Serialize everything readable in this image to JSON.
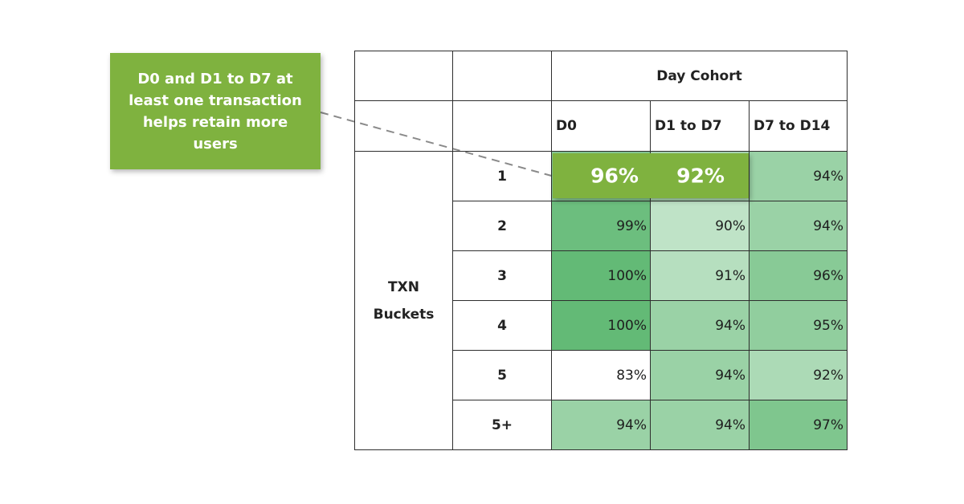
{
  "callout": {
    "text_lines": [
      "D0 and D1 to D7 at",
      "least one transaction",
      "helps retain more",
      "users"
    ]
  },
  "colors": {
    "callout_green": "#7fb23f",
    "cell_scale": [
      "#ffffff",
      "#63ba76"
    ]
  },
  "chart_data": {
    "type": "table",
    "super_header": "Day Cohort",
    "column_headers": [
      "D0",
      "D1 to D7",
      "D7 to D14"
    ],
    "row_group_label": [
      "TXN",
      "Buckets"
    ],
    "row_labels": [
      "1",
      "2",
      "3",
      "4",
      "5",
      "5+"
    ],
    "values": [
      [
        "96%",
        "92%",
        "94%"
      ],
      [
        "99%",
        "90%",
        "94%"
      ],
      [
        "100%",
        "91%",
        "96%"
      ],
      [
        "100%",
        "94%",
        "95%"
      ],
      [
        "83%",
        "94%",
        "92%"
      ],
      [
        "94%",
        "94%",
        "97%"
      ]
    ],
    "numeric_values": [
      [
        96,
        92,
        94
      ],
      [
        99,
        90,
        94
      ],
      [
        100,
        91,
        96
      ],
      [
        100,
        94,
        95
      ],
      [
        83,
        94,
        92
      ],
      [
        94,
        94,
        97
      ]
    ],
    "highlighted_row": 0,
    "highlighted_columns": [
      0,
      1
    ]
  }
}
